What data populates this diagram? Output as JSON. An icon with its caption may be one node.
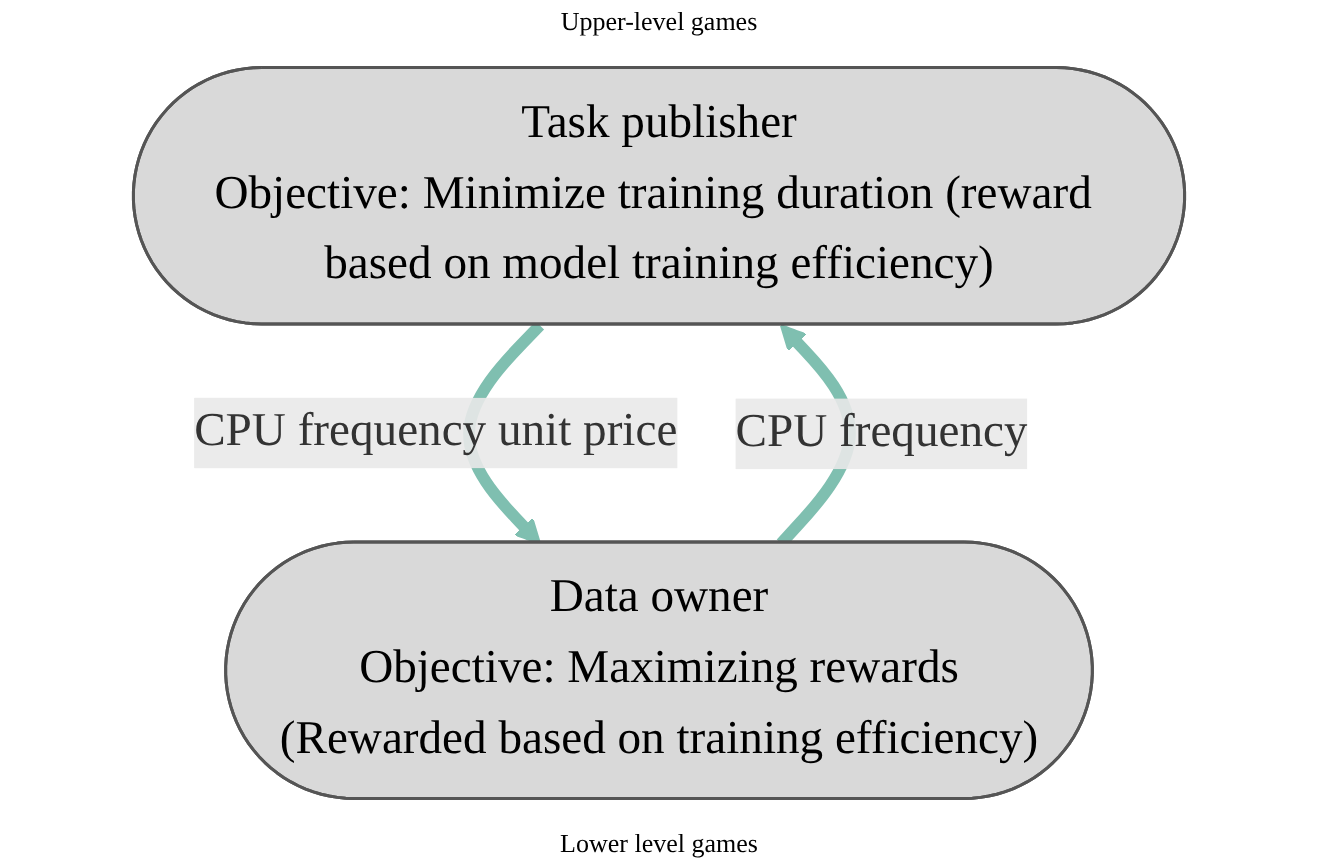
{
  "diagram": {
    "nodes": [
      {
        "text": [
          "Task publisher",
          "Objective: Minimize training duration (reward based on model training efficiency)"
        ]
      },
      {
        "text": [
          "Data owner",
          "Objective: Maximizing rewards",
          "(Rewarded based on training efficiency)"
        ]
      }
    ],
    "edges": [
      {
        "from": 0,
        "to": 1,
        "arrow": "to",
        "label": "CPU frequency unit price"
      },
      {
        "from": 1,
        "to": 0,
        "arrow": "to",
        "label": "CPU frequency"
      }
    ],
    "labels": [
      "Upper-level games",
      "Lower level games"
    ]
  }
}
